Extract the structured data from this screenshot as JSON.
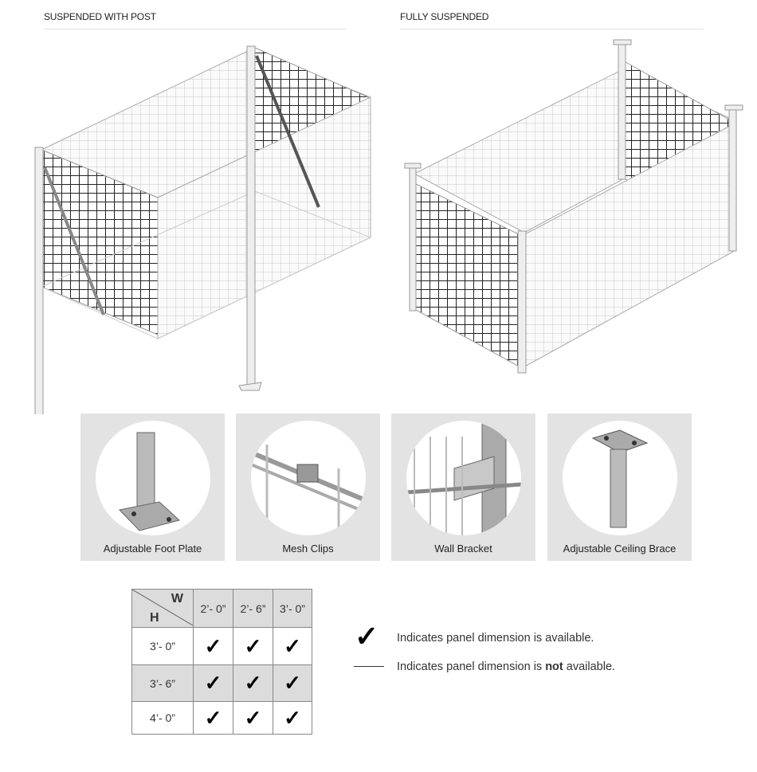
{
  "sections": {
    "left_title": "SUSPENDED WITH POST",
    "right_title": "FULLY SUSPENDED"
  },
  "accessories": [
    {
      "label": "Adjustable Foot Plate"
    },
    {
      "label": "Mesh Clips"
    },
    {
      "label": "Wall Bracket"
    },
    {
      "label": "Adjustable Ceiling Brace"
    }
  ],
  "table": {
    "corner_w": "W",
    "corner_h": "H",
    "columns": [
      "2’- 0”",
      "2’- 6”",
      "3’- 0”"
    ],
    "rows": [
      {
        "height": "3’- 0”",
        "cells": [
          "✓",
          "✓",
          "✓"
        ]
      },
      {
        "height": "3’- 6”",
        "cells": [
          "✓",
          "✓",
          "✓"
        ]
      },
      {
        "height": "4’- 0”",
        "cells": [
          "✓",
          "✓",
          "✓"
        ]
      }
    ]
  },
  "legend": {
    "check_symbol": "✓",
    "available_text": "Indicates panel dimension is available.",
    "not_prefix": "Indicates panel dimension is ",
    "not_bold": "not",
    "not_suffix": " available."
  }
}
